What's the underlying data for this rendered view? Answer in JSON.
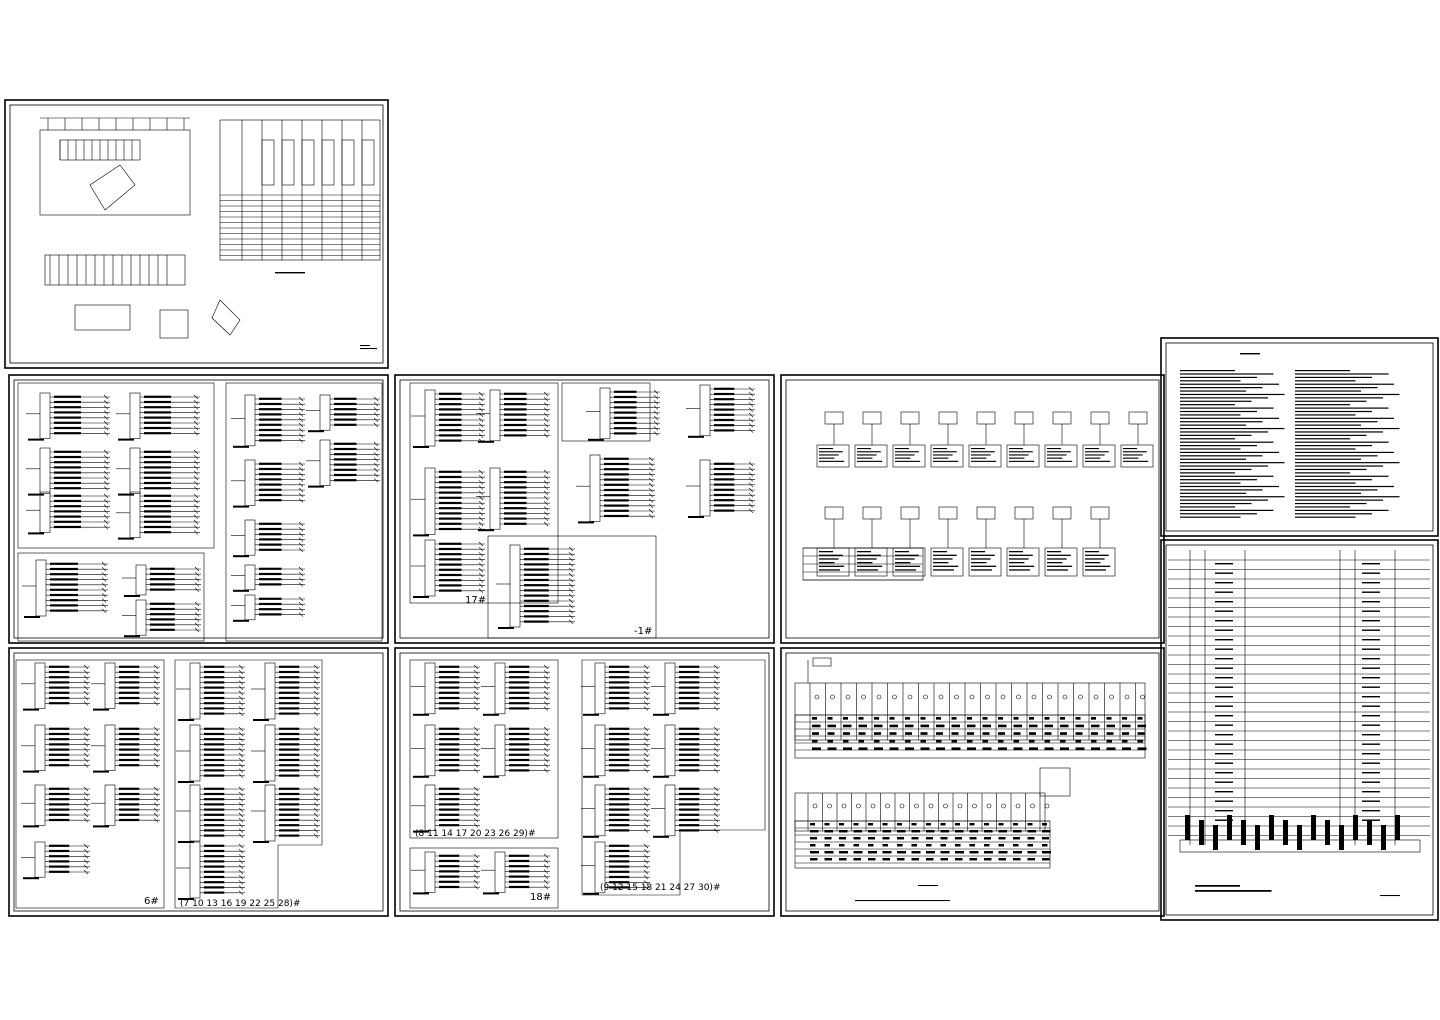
{
  "drawing": {
    "background": "#ffffff",
    "ink": "#000000",
    "label_17": "17#",
    "label_minus1": "-1#",
    "label_6": "6#",
    "label_18": "18#",
    "label_list_a": "(7 10 13 16 19 22 25 28)#",
    "label_list_b": "(8 11 14 17 20 23 26 29)#",
    "label_list_c": "(9 12 15 18 21 24 27 30)#"
  }
}
